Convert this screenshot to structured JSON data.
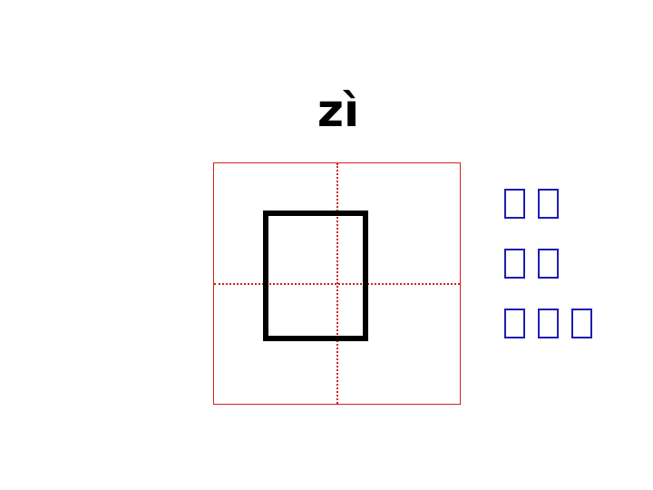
{
  "pinyin": "zì",
  "character_glyph": "missing-glyph-box",
  "colors": {
    "grid_line": "#d42020",
    "glyph_stroke": "#000000",
    "word_glyph": "#1c1cb4"
  },
  "words": [
    {
      "glyph_count": 2
    },
    {
      "glyph_count": 2
    },
    {
      "glyph_count": 3
    }
  ]
}
